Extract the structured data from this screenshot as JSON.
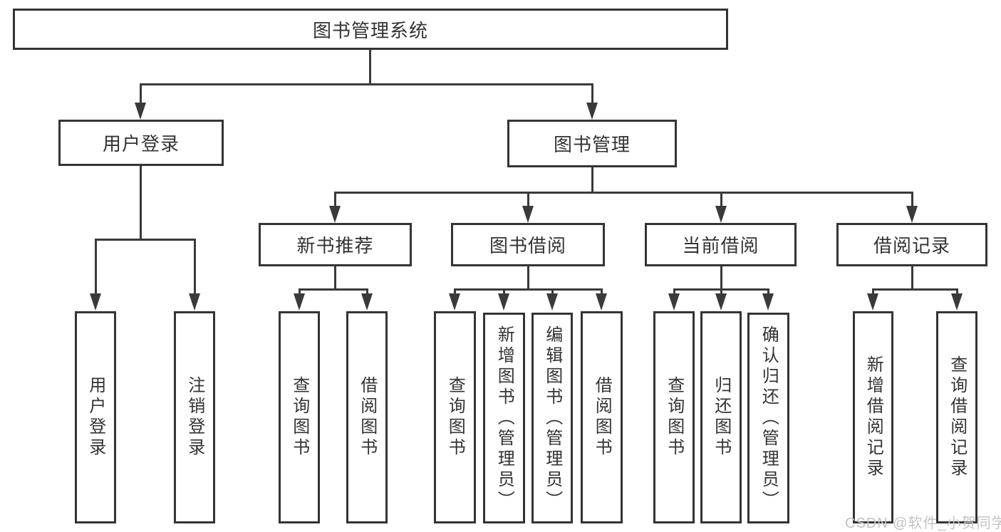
{
  "title": "图书管理系统",
  "watermark": {
    "text": "CSDN @软件_小贺同学"
  },
  "colors": {
    "background": "#ffffff",
    "line": "#3a3a3a",
    "box_border": "#343434",
    "text": "#333333",
    "watermark": "#c3c3c3"
  },
  "tree": {
    "label": "图书管理系统",
    "children": [
      {
        "label": "用户登录",
        "children": [
          {
            "label": "用户登录"
          },
          {
            "label": "注销登录"
          }
        ]
      },
      {
        "label": "图书管理",
        "children": [
          {
            "label": "新书推荐",
            "children": [
              {
                "label": "查询图书"
              },
              {
                "label": "借阅图书"
              }
            ]
          },
          {
            "label": "图书借阅",
            "children": [
              {
                "label": "查询图书"
              },
              {
                "label": "新增图书（管理员）"
              },
              {
                "label": "编辑图书（管理员）"
              },
              {
                "label": "借阅图书"
              }
            ]
          },
          {
            "label": "当前借阅",
            "children": [
              {
                "label": "查询图书"
              },
              {
                "label": "归还图书"
              },
              {
                "label": "确认归还（管理员）"
              }
            ]
          },
          {
            "label": "借阅记录",
            "children": [
              {
                "label": "新增借阅记录"
              },
              {
                "label": "查询借阅记录"
              }
            ]
          }
        ]
      }
    ]
  }
}
